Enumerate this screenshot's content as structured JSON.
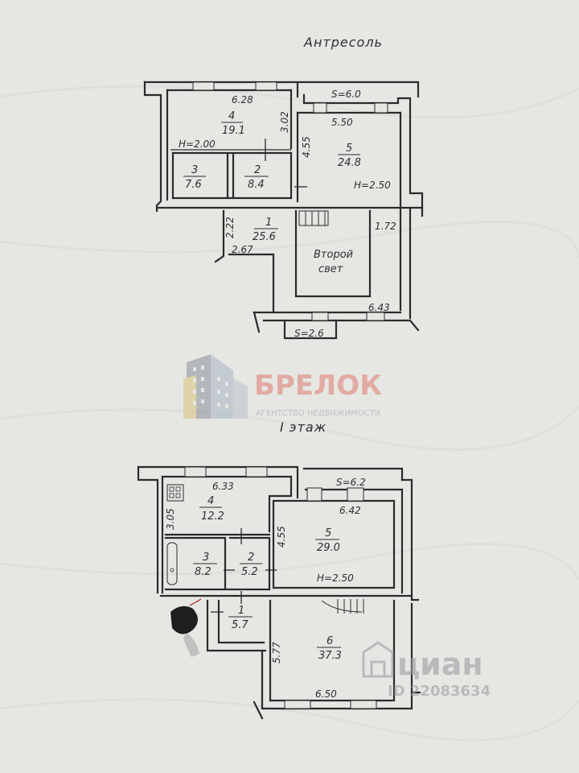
{
  "mezzanine": {
    "title": "Антресоль",
    "rooms": [
      {
        "no": "4",
        "area": "19.1"
      },
      {
        "no": "5",
        "area": "24.8"
      },
      {
        "no": "3",
        "area": "7.6"
      },
      {
        "no": "2",
        "area": "8.4"
      },
      {
        "no": "1",
        "area": "25.6"
      }
    ],
    "second_light": [
      "Второй",
      "свет"
    ],
    "dims": {
      "d1": "6.28",
      "d2": "S=6.0",
      "d3": "5.50",
      "d4": "3.02",
      "d5": "4.55",
      "d6": "H=2.00",
      "d7": "H=2.50",
      "d8": "2.22",
      "d9": "2.67",
      "d10": "1.72",
      "d11": "6.43",
      "d12": "S=2.6"
    }
  },
  "first_floor": {
    "title": "I этаж",
    "rooms": [
      {
        "no": "4",
        "area": "12.2"
      },
      {
        "no": "5",
        "area": "29.0"
      },
      {
        "no": "3",
        "area": "8.2"
      },
      {
        "no": "2",
        "area": "5.2"
      },
      {
        "no": "1",
        "area": "5.7"
      },
      {
        "no": "6",
        "area": "37.3"
      }
    ],
    "dims": {
      "d1": "6.33",
      "d2": "S=6.2",
      "d3": "6.42",
      "d4": "3.05",
      "d5": "4.55",
      "d6": "H=2.50",
      "d7": "5.77",
      "d8": "6.50"
    }
  },
  "watermarks": {
    "agency_name": "БРЕЛОК",
    "agency_sub": "АГЕНТСТВО НЕДВИЖИМОСТИ",
    "cian_name": "циан",
    "cian_id": "ID 22083634"
  },
  "colors": {
    "ink": "#2b2b2e",
    "paper": "#e6e7e3",
    "agency_red": "#e07a70",
    "cian_grey": "#9a9da3"
  }
}
